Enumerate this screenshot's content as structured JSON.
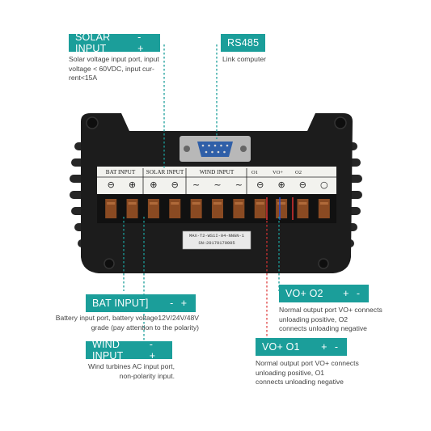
{
  "callouts": {
    "solar_input": {
      "title": "SOLAR INPUT",
      "polarity": "- +",
      "desc": [
        "Solar voltage input port, input",
        "voltage < 60VDC, input cur-",
        "rent<15A"
      ]
    },
    "rs485": {
      "title": "RS485",
      "desc": [
        "Link computer"
      ]
    },
    "bat_input": {
      "title": "BAT INPUT]",
      "polarity": "- +",
      "desc": [
        "Battery input port, battery voltage12V/24V/48V",
        "grade (pay attention to the polarity)"
      ]
    },
    "wind_input": {
      "title": "WIND INPUT",
      "polarity": "- +",
      "desc": [
        "Wind turbines AC input port,",
        "non-polarity input."
      ]
    },
    "vo2": {
      "title": "VO+ O2",
      "polarity": "+ -",
      "desc": [
        "Normal output port VO+ connects",
        "unloading positive, O2",
        "connects unloading negative"
      ]
    },
    "vo1": {
      "title": "VO+ O1",
      "polarity": "+ -",
      "desc": [
        "Normal output port VO+ connects",
        "unloading positive, O1",
        "connects unloading negative"
      ]
    }
  },
  "panel": {
    "groups": {
      "bat": "BAT INPUT",
      "solar": "SOLAR INPUT",
      "wind": "WIND INPUT",
      "o1": "O1",
      "vo": "VO+",
      "o2": "O2"
    },
    "symbols": [
      "⊖",
      "⊕",
      "⊕",
      "⊖",
      "~",
      "~",
      "~",
      "⊖",
      "⊕",
      "⊖",
      "○"
    ],
    "label_model": "MAX-T2-WS1I-04-NNGN-1",
    "label_sn": "SN:20170170005"
  },
  "colors": {
    "accent": "#1b9e9a",
    "body": "#1c1c1c",
    "panel": "#f2f2ee",
    "terminal": "#8a4a22"
  }
}
